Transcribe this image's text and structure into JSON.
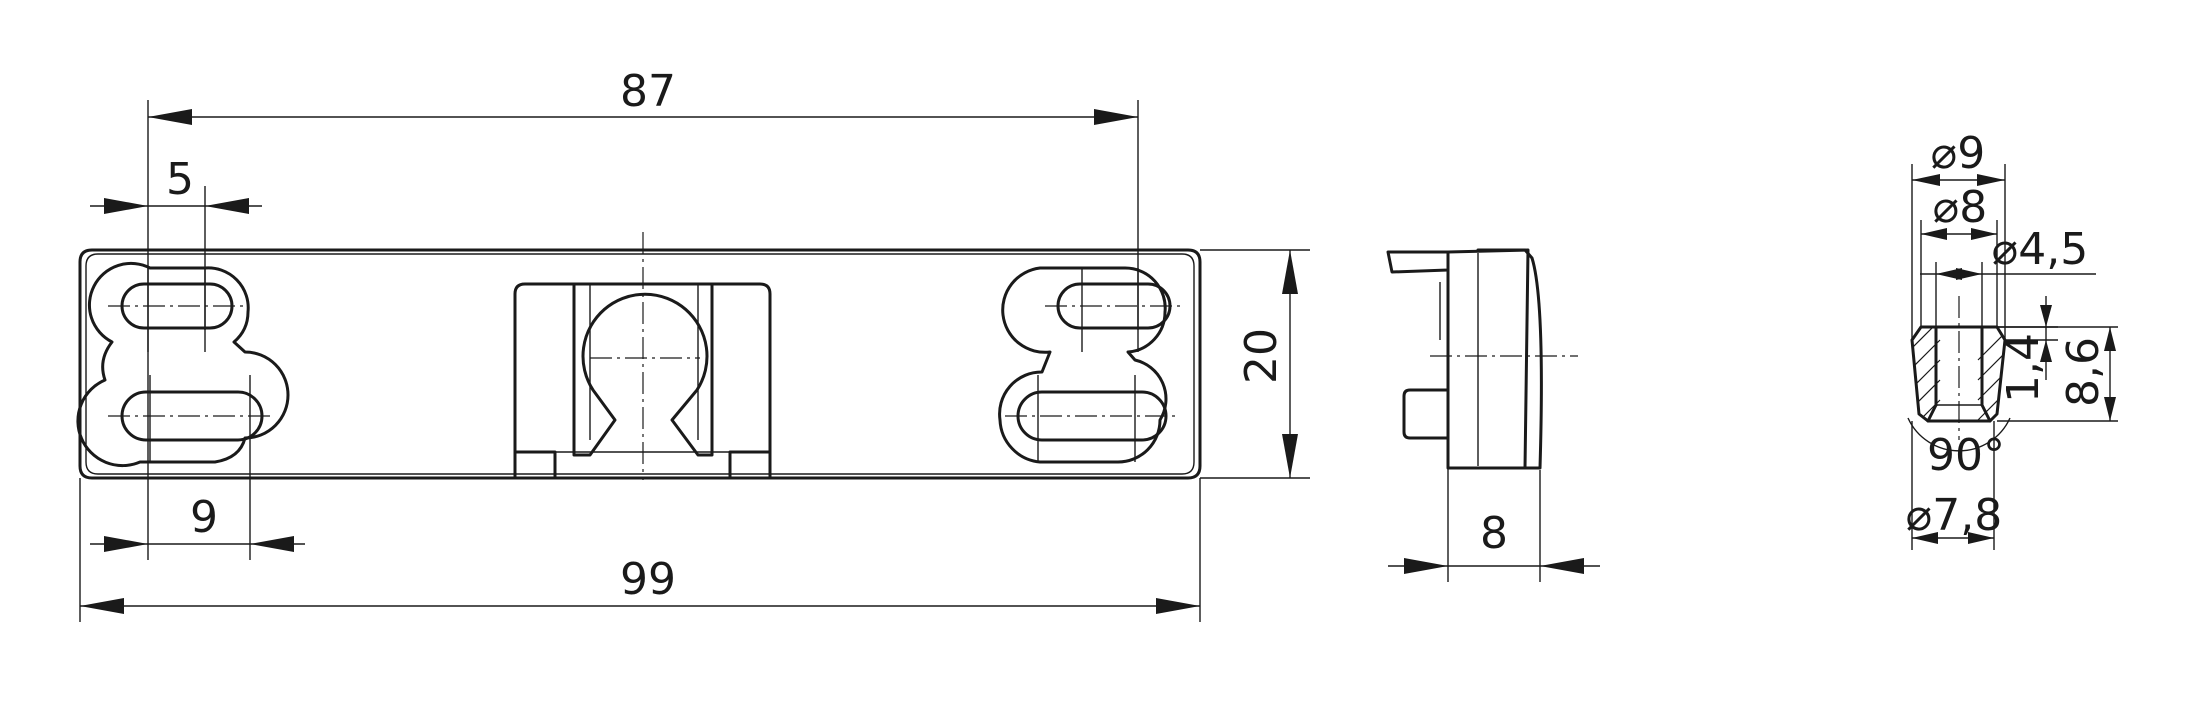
{
  "front_view": {
    "dim_overall_pitch": "87",
    "dim_slot_width": "5",
    "dim_height": "20",
    "dim_slot_length": "9",
    "dim_overall_length": "99"
  },
  "side_view": {
    "dim_depth": "8"
  },
  "detail_view": {
    "dim_outer_dia": "⌀9",
    "dim_counterbore_dia": "⌀8",
    "dim_bore_dia": "⌀4,5",
    "dim_chamfer_depth": "1,4",
    "dim_total_height": "8,6",
    "dim_countersink_angle": "90°",
    "dim_bottom_dia": "⌀7,8"
  }
}
